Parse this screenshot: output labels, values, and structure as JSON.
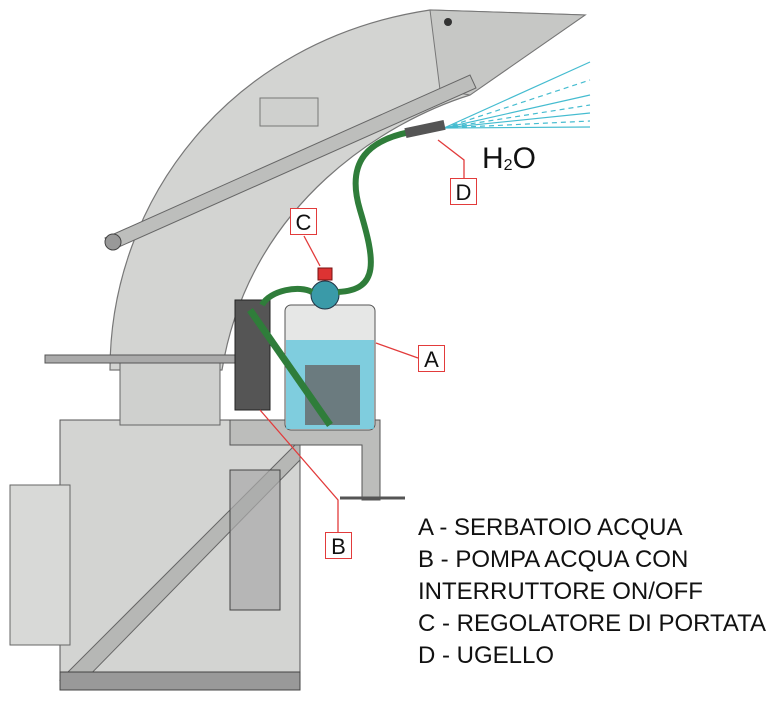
{
  "callouts": {
    "a": "A",
    "b": "B",
    "c": "C",
    "d": "D"
  },
  "water_label": {
    "h": "H",
    "sub": "2",
    "o": "O"
  },
  "legend": [
    "A - SERBATOIO ACQUA",
    "B - POMPA ACQUA CON",
    "INTERRUTTORE ON/OFF",
    "C - REGOLATORE DI PORTATA",
    "D - UGELLO"
  ],
  "colors": {
    "callout": "#e23b3b",
    "hose": "#2f7d3a",
    "water": "#6cc8dc",
    "spray": "#45bcd0",
    "body": "#c9cac8"
  }
}
